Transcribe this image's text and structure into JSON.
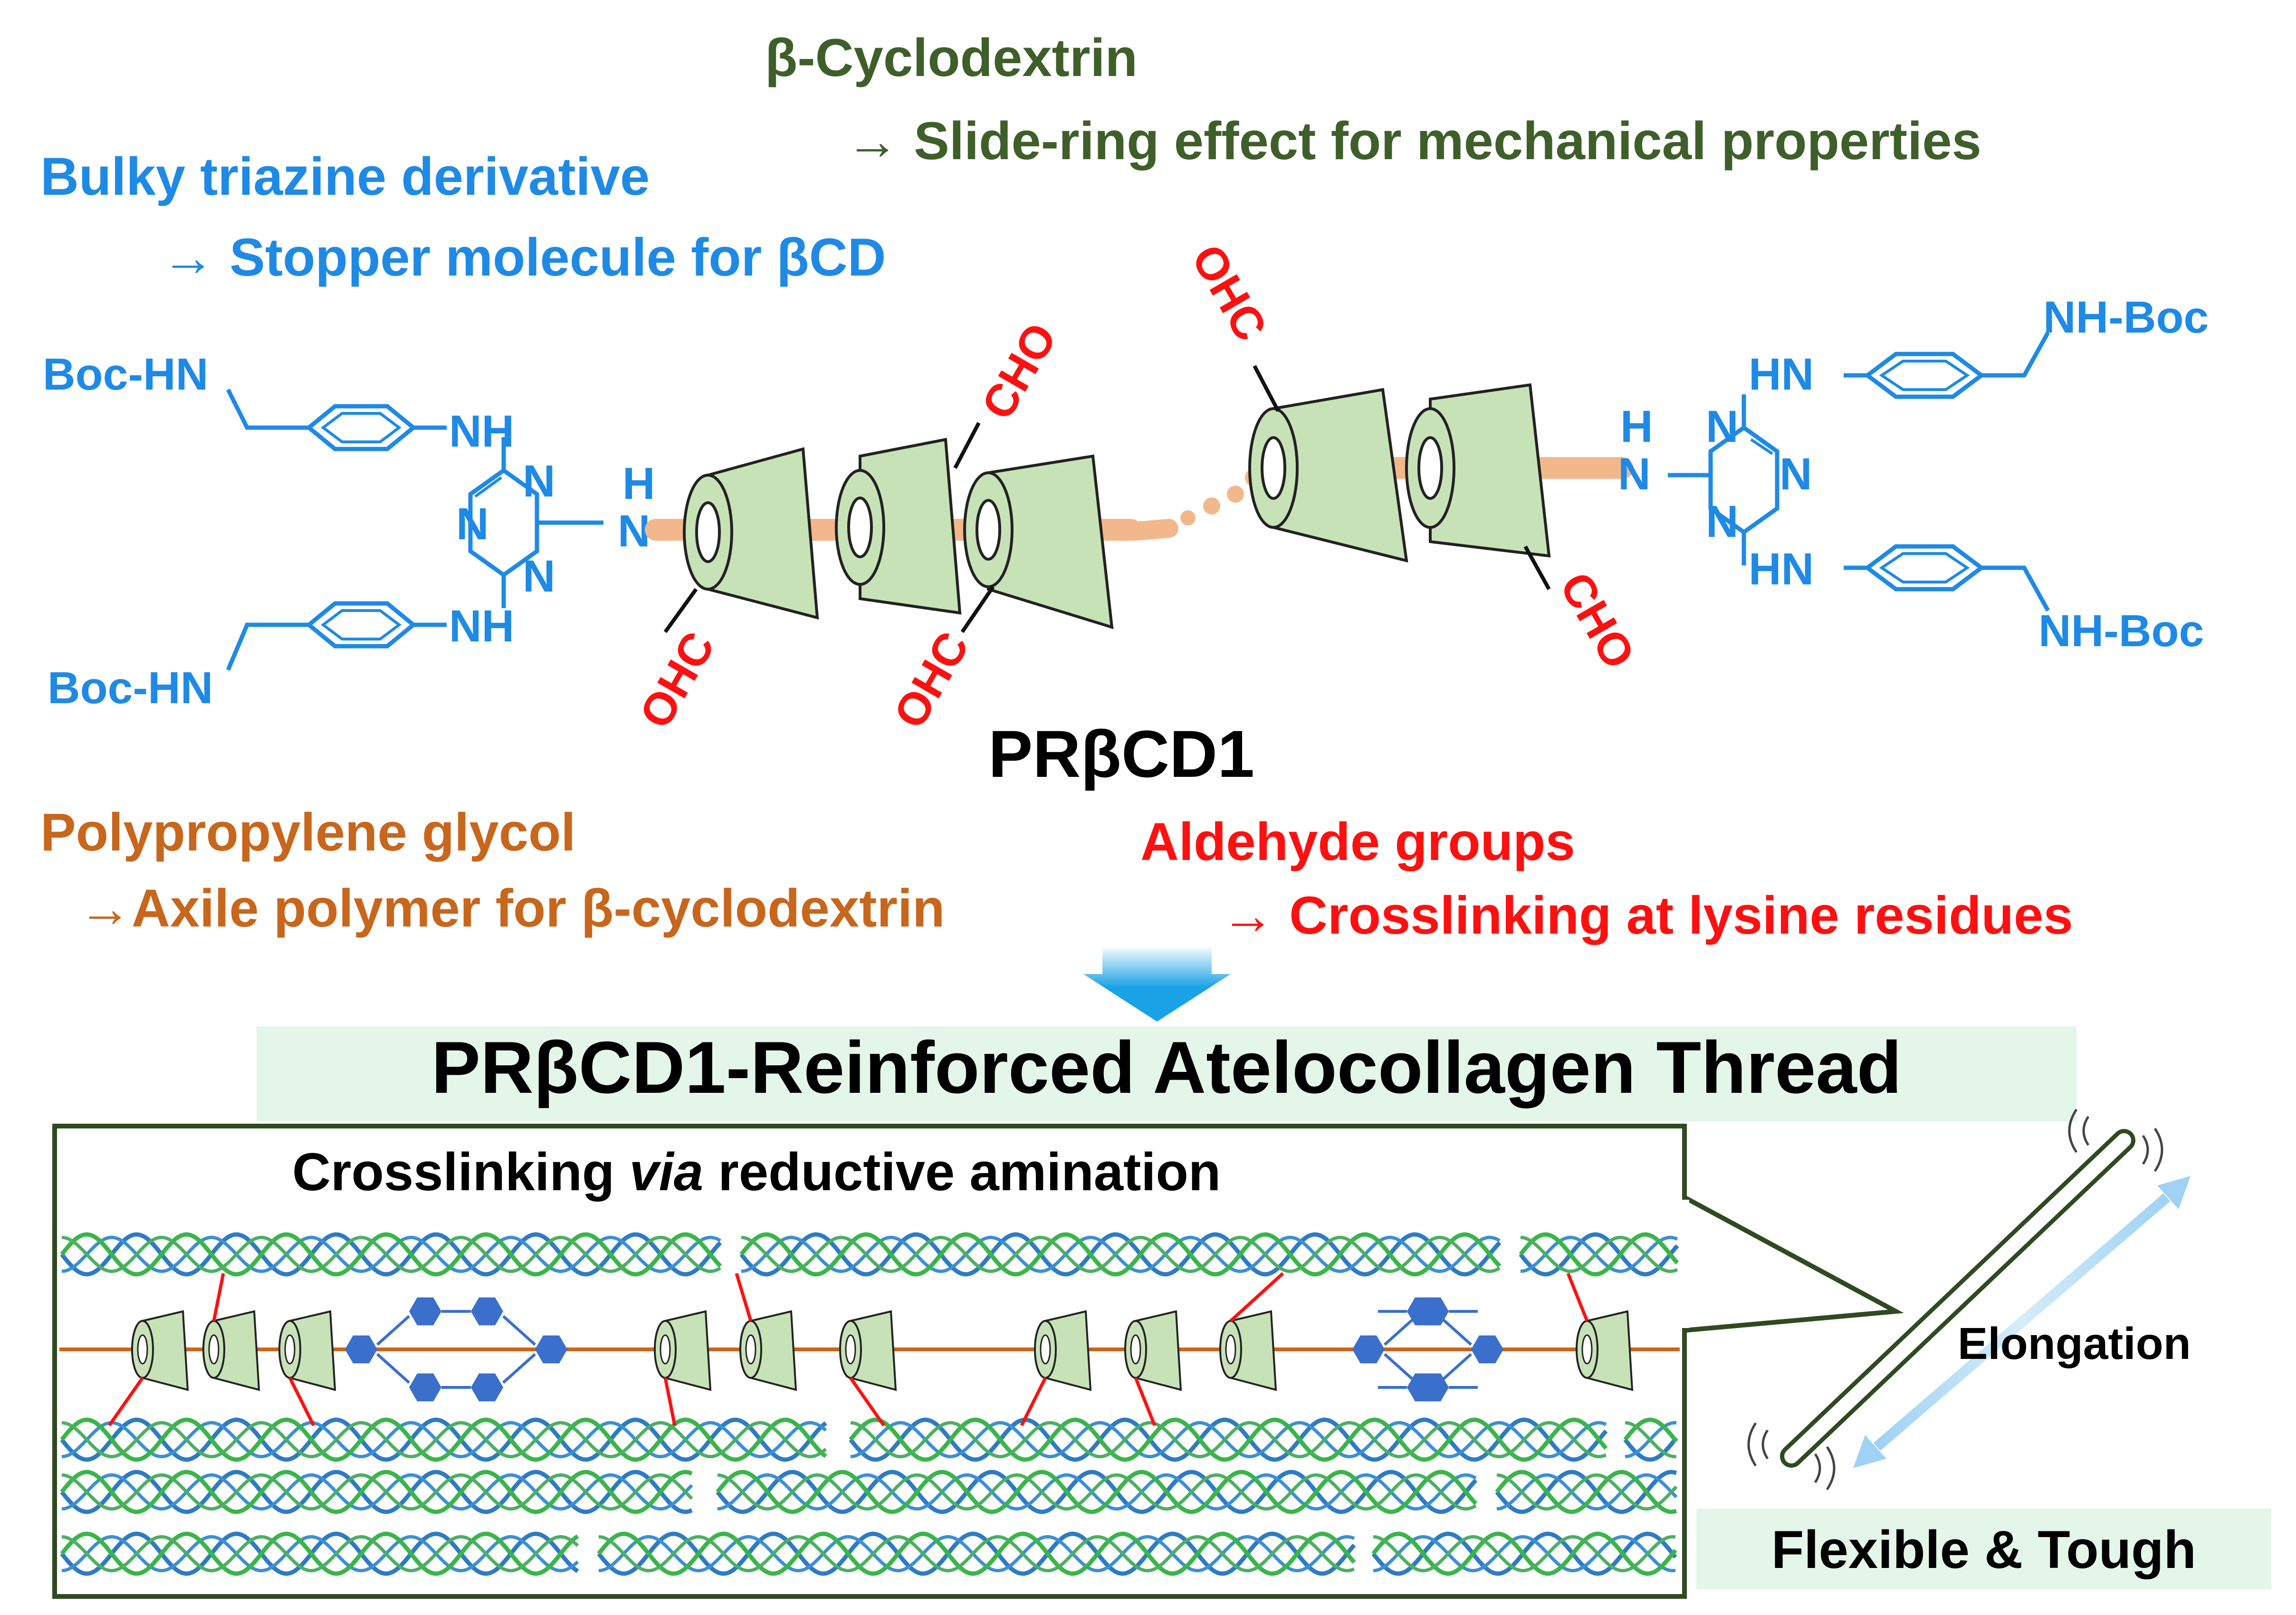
{
  "colors": {
    "green_label": "#3f5f2a",
    "blue_label": "#1e8ae6",
    "orange_label": "#c8661c",
    "red_label": "#ff1010",
    "black": "#000000",
    "cd_fill": "#c8e2b8",
    "axle": "#f2b88c",
    "band_fill": "#e3f6e9",
    "frame": "#2f4a20",
    "arrow_blue": "#1aa2e6",
    "helix_blue": "#2d7bc4",
    "helix_green": "#3ab54a",
    "triazine_blue": "#3a6fcc"
  },
  "header": {
    "cd_line1": "β-Cyclodextrin",
    "cd_line2": "→ Slide-ring effect for mechanical properties",
    "stopper_line1": "Bulky triazine derivative",
    "stopper_line2": "→ Stopper molecule for βCD"
  },
  "molecule": {
    "left_top_boc": "Boc-HN",
    "left_bottom_boc": "Boc-HN",
    "left_nh_top": "NH",
    "left_nh_bottom": "NH",
    "left_h": "H",
    "left_n_link": "N",
    "ring_n": "N",
    "right_top_boc": "NH-Boc",
    "right_bottom_boc": "NH-Boc",
    "right_hn_top": "HN",
    "right_hn_bottom": "HN",
    "right_h": "H",
    "right_n_link": "N",
    "aldehyde_cho": "CHO",
    "aldehyde_ohc": "OHC",
    "name": "PRβCD1"
  },
  "labels": {
    "ppg_line1": "Polypropylene glycol",
    "ppg_line2": "→Axile polymer for β-cyclodextrin",
    "ald_line1": "Aldehyde groups",
    "ald_line2": "→ Crosslinking at lysine residues"
  },
  "thread": {
    "title": "PRβCD1-Reinforced Atelocollagen Thread",
    "crosslink_pre": "Crosslinking ",
    "crosslink_via": "via",
    "crosslink_post": " reductive amination",
    "elongation": "Elongation",
    "flex_tough": "Flexible & Tough"
  }
}
